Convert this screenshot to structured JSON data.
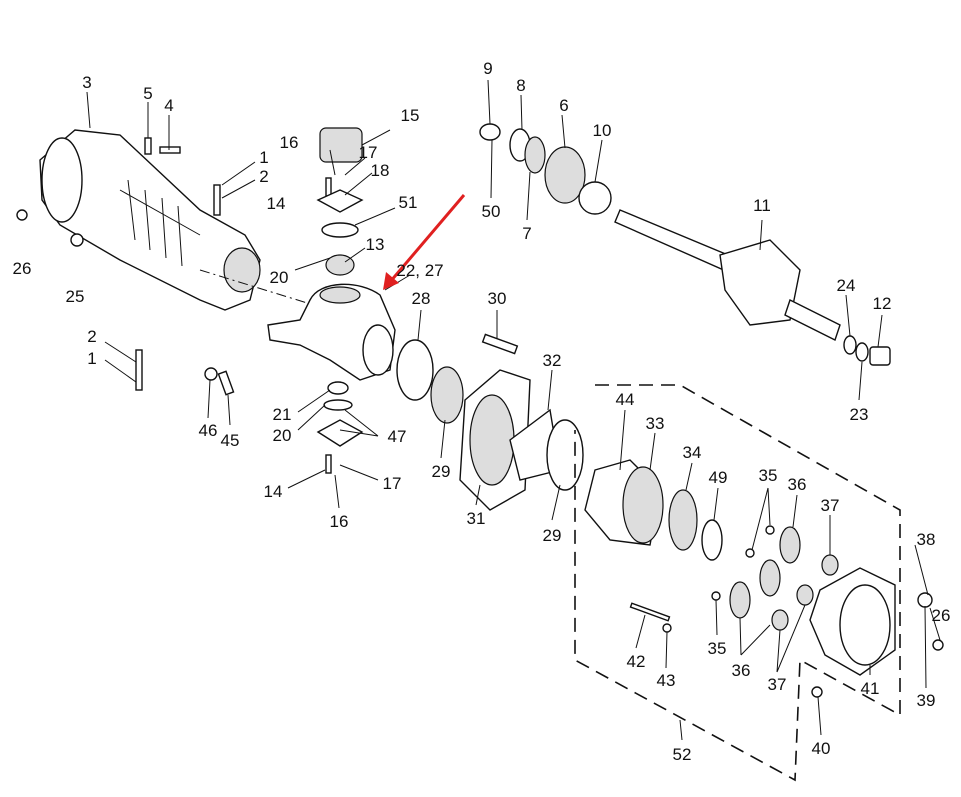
{
  "title": "Front axle exploded parts diagram",
  "arrow_color": "#e02020",
  "labels": [
    "3",
    "5",
    "4",
    "1",
    "2",
    "26",
    "25",
    "16",
    "15",
    "17",
    "18",
    "14",
    "51",
    "13",
    "20",
    "22, 27",
    "9",
    "8",
    "6",
    "10",
    "50",
    "7",
    "11",
    "24",
    "12",
    "23",
    "28",
    "30",
    "32",
    "2",
    "1",
    "46",
    "45",
    "21",
    "20",
    "47",
    "14",
    "17",
    "16",
    "29",
    "31",
    "29",
    "44",
    "33",
    "34",
    "49",
    "35",
    "36",
    "37",
    "38",
    "26",
    "35",
    "36",
    "42",
    "43",
    "37",
    "41",
    "39",
    "40",
    "52"
  ]
}
